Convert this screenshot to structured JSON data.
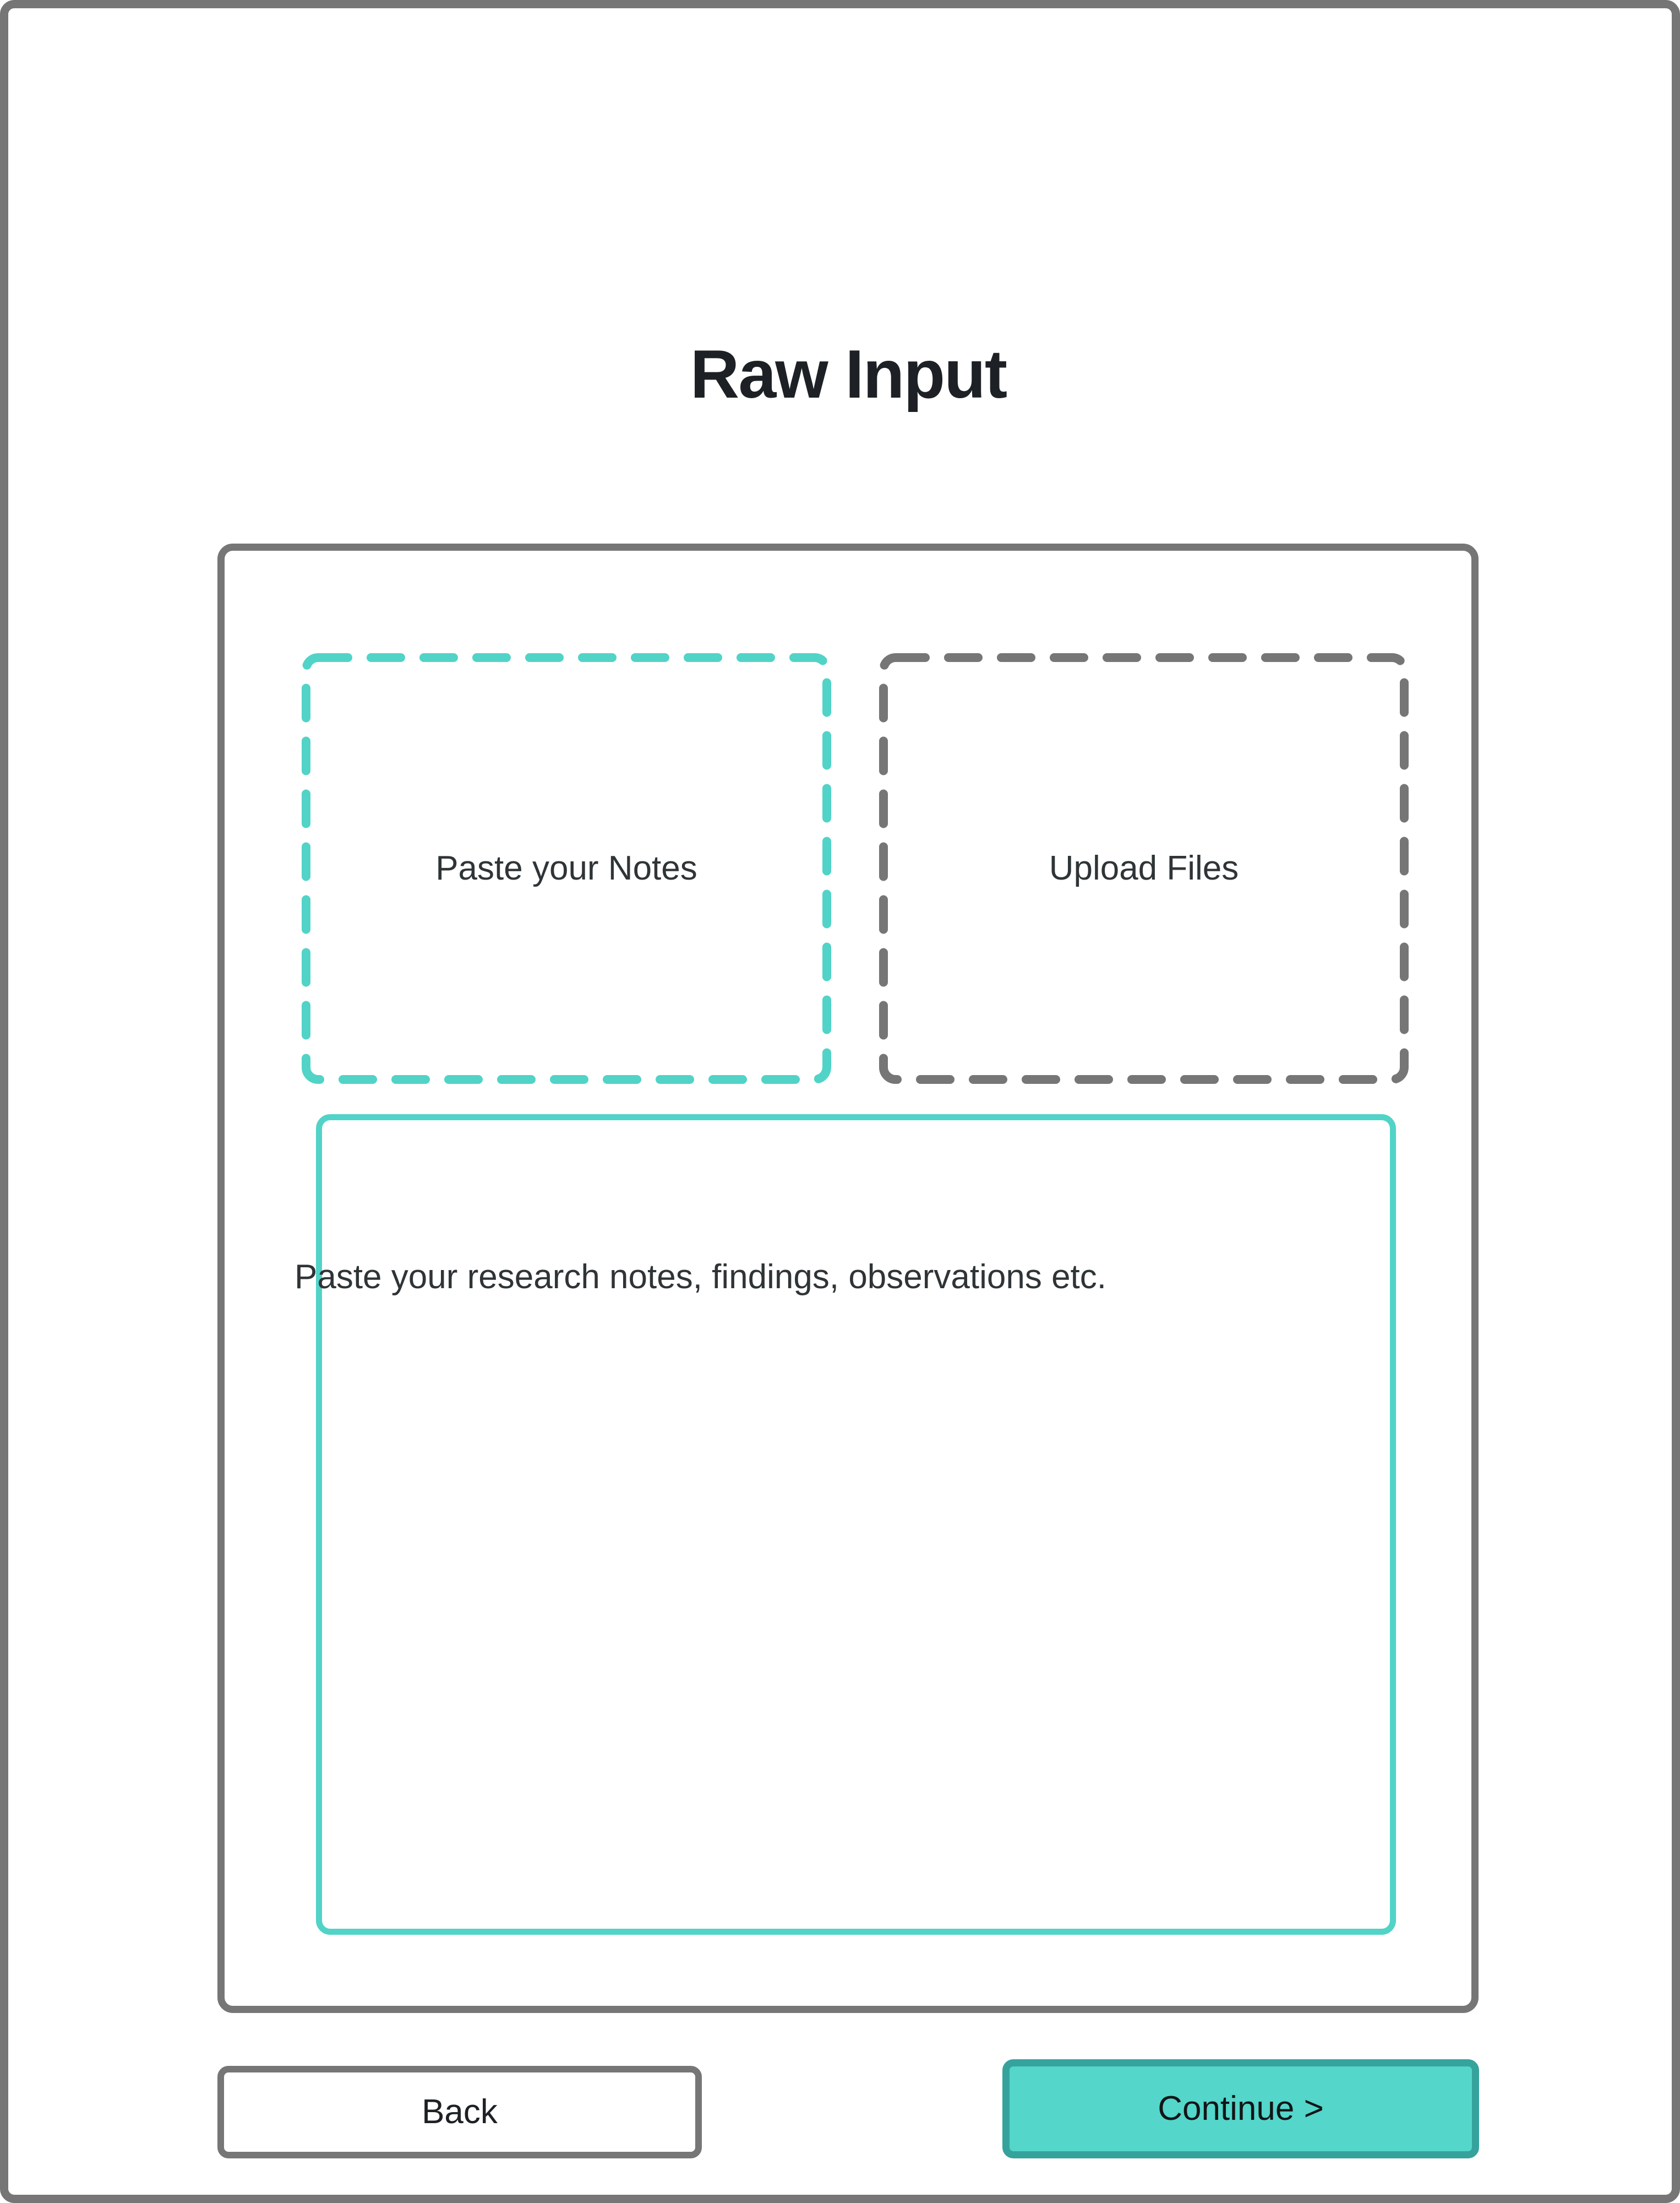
{
  "page": {
    "title": "Raw Input"
  },
  "card": {
    "tiles": [
      {
        "id": "paste-notes",
        "label": "Paste your Notes",
        "state": "selected",
        "border_style": "dashed",
        "border_color": "#52d3c7"
      },
      {
        "id": "upload-files",
        "label": "Upload Files",
        "state": "unselected",
        "border_style": "dashed",
        "border_color": "#767676"
      }
    ],
    "notes_input": {
      "value": "",
      "placeholder": "Paste your research notes, findings, observations etc.",
      "border_color": "#52d3c7"
    }
  },
  "footer": {
    "back_label": "Back",
    "continue_label": "Continue >"
  },
  "colors": {
    "accent_teal": "#54d6ca",
    "accent_teal_border": "#35a39c",
    "frame_gray": "#767676",
    "text_dark": "#1d2125",
    "text_body": "#2f3437"
  }
}
